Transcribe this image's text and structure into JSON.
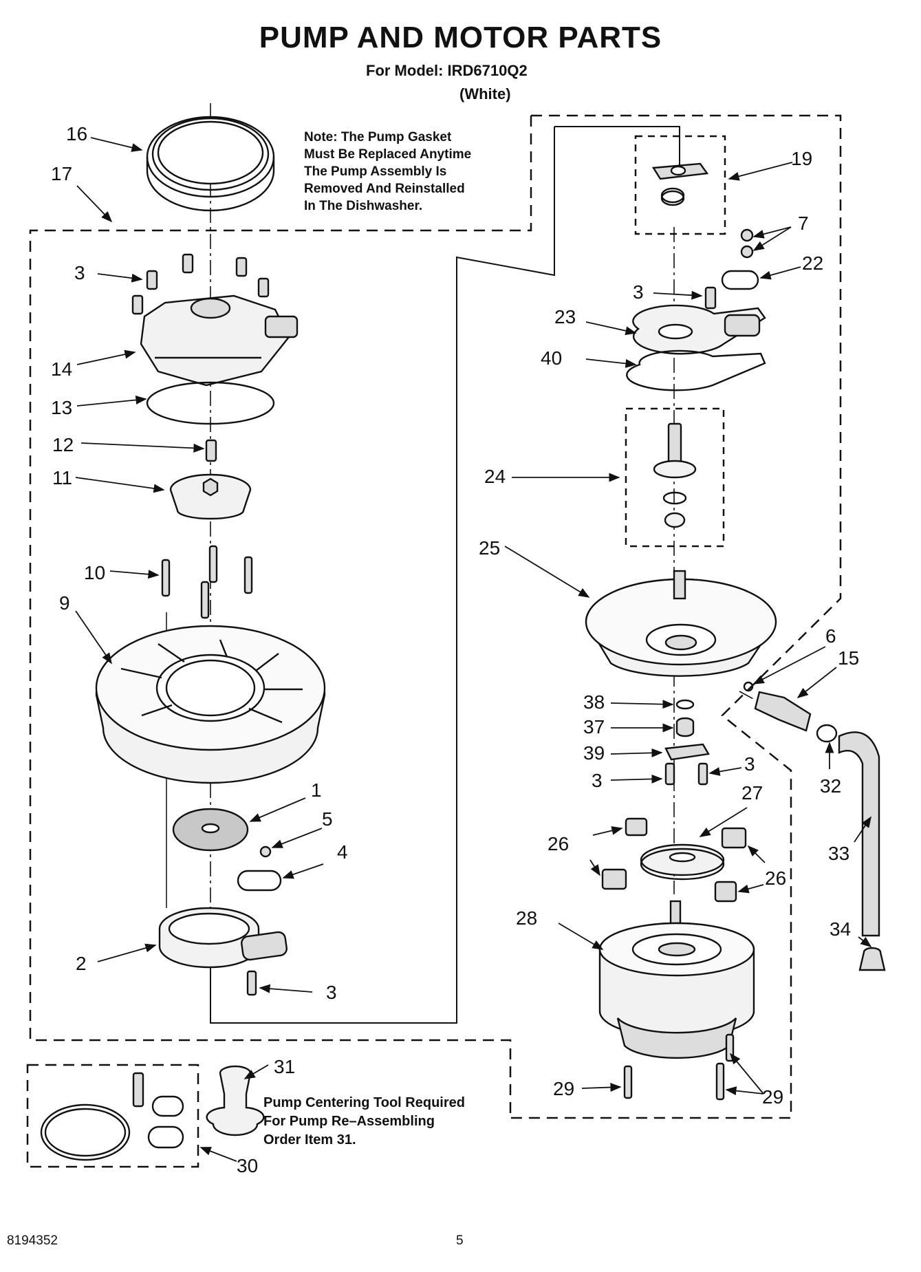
{
  "header": {
    "title": "PUMP AND MOTOR PARTS",
    "model": "For Model: IRD6710Q2",
    "color": "(White)"
  },
  "notes": {
    "gasket": [
      "Note: The Pump Gasket",
      "Must Be Replaced Anytime",
      "The Pump Assembly Is",
      "Removed And Reinstalled",
      "In The Dishwasher."
    ],
    "tool": [
      "Pump Centering Tool Required",
      "For Pump Re–Assembling",
      "Order Item 31."
    ]
  },
  "callouts": {
    "c16": "16",
    "c17": "17",
    "c3a": "3",
    "c14": "14",
    "c13": "13",
    "c12": "12",
    "c11": "11",
    "c10": "10",
    "c9": "9",
    "c1": "1",
    "c5": "5",
    "c4": "4",
    "c2": "2",
    "c3b": "3",
    "c19": "19",
    "c7": "7",
    "c22": "22",
    "c3c": "3",
    "c23": "23",
    "c40": "40",
    "c24": "24",
    "c25": "25",
    "c6": "6",
    "c15": "15",
    "c38": "38",
    "c37": "37",
    "c39": "39",
    "c3d": "3",
    "c3e": "3",
    "c32": "32",
    "c27": "27",
    "c26a": "26",
    "c26b": "26",
    "c33": "33",
    "c28": "28",
    "c34": "34",
    "c31": "31",
    "c30": "30",
    "c29a": "29",
    "c29b": "29"
  },
  "footer": {
    "code": "8194352",
    "page": "5"
  },
  "colors": {
    "ink": "#111111",
    "paper": "#ffffff",
    "part_fill": "#f2f2f2",
    "part_shade": "#c8c8c8"
  }
}
